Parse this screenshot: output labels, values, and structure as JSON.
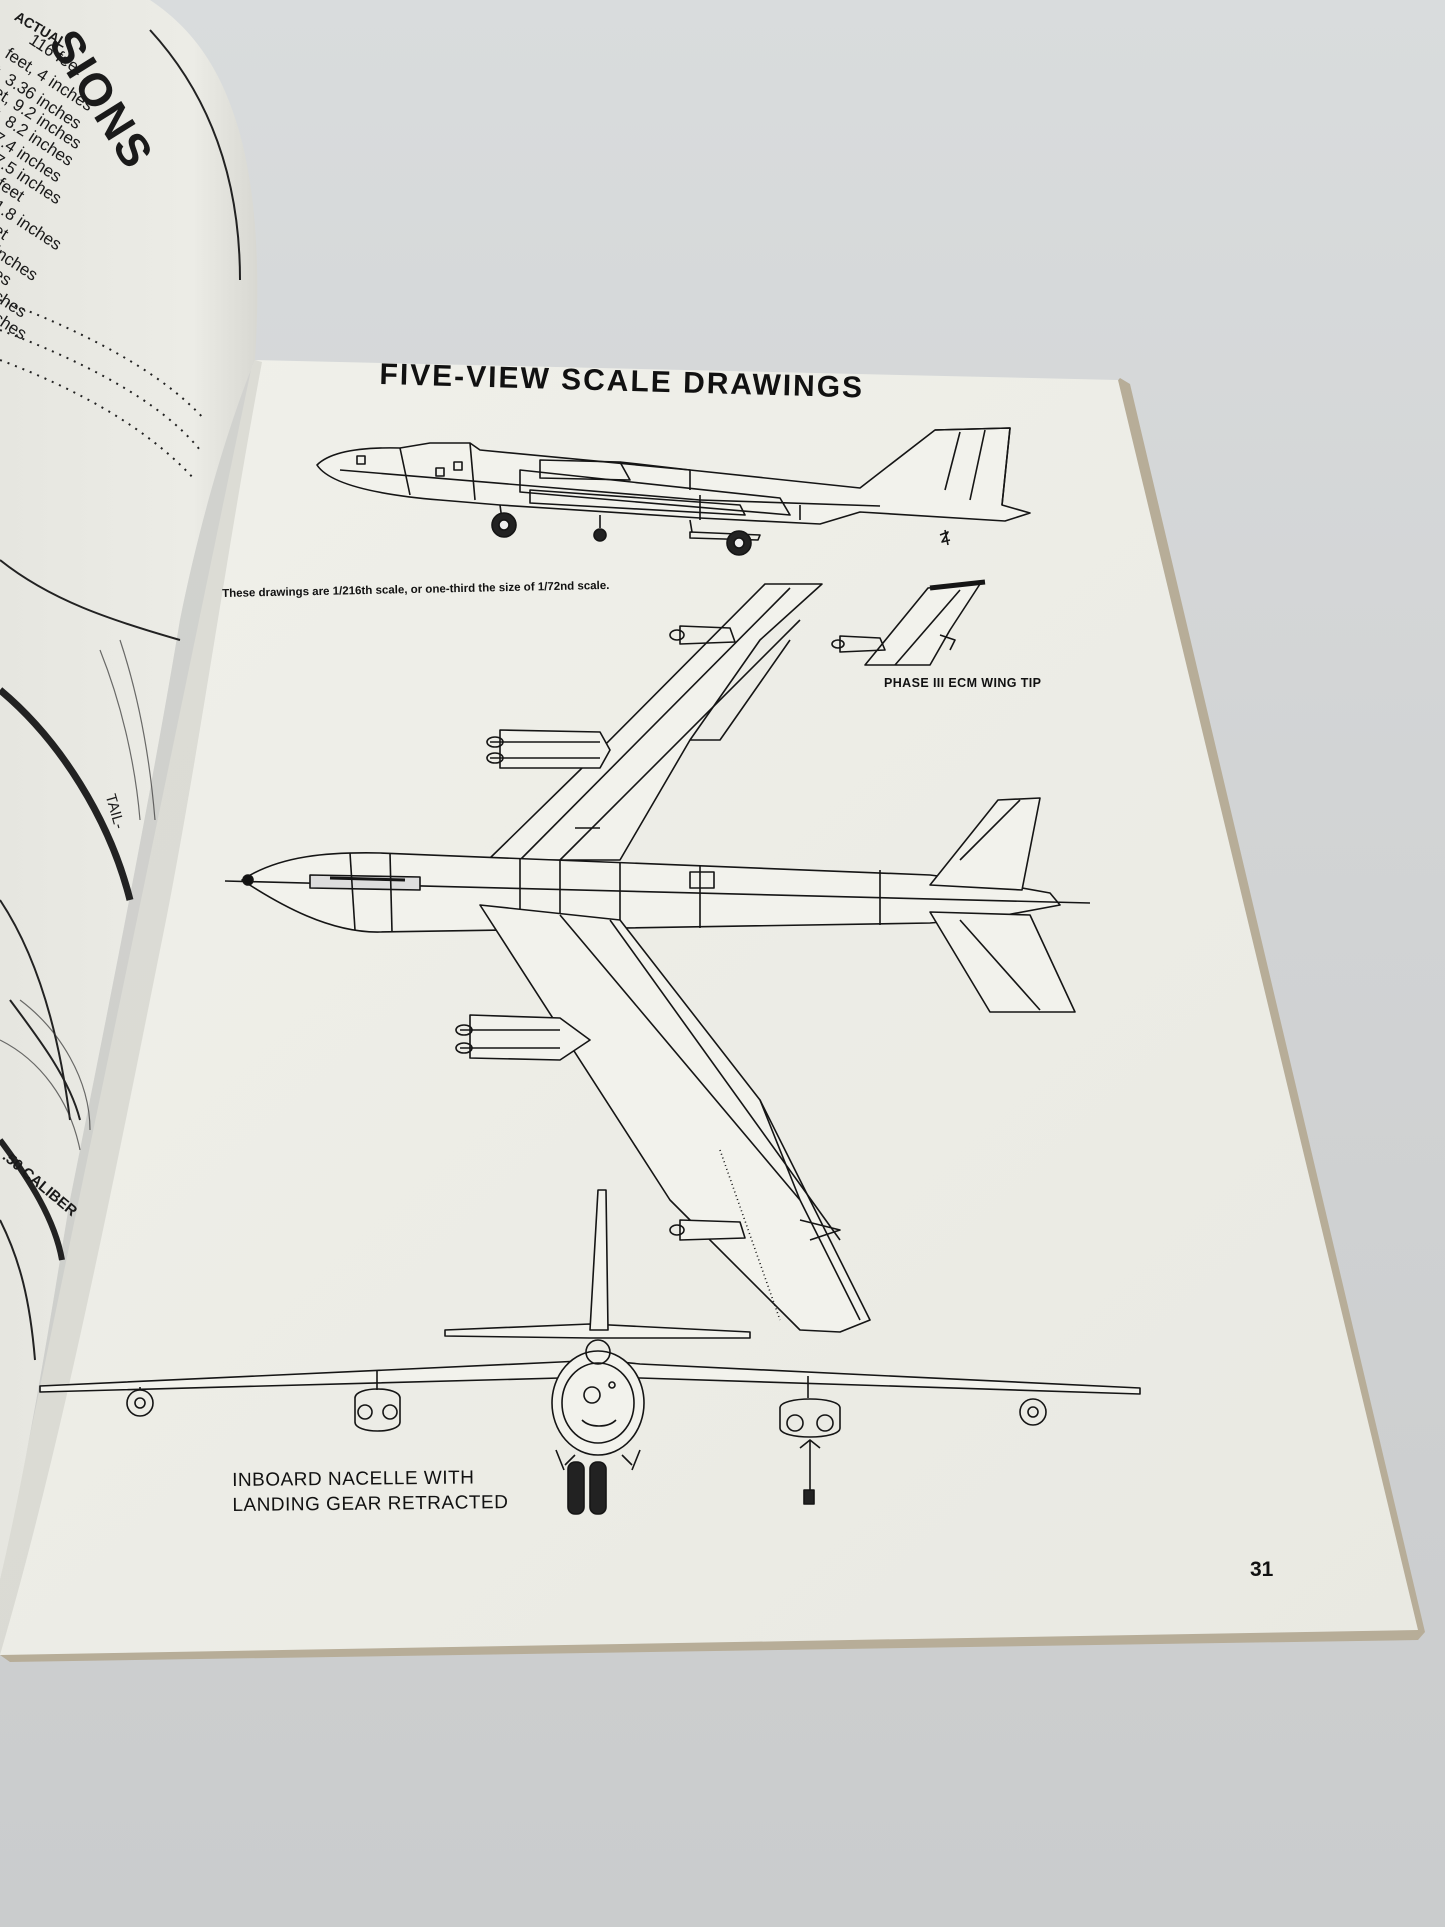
{
  "page": {
    "title": "FIVE-VIEW SCALE DRAWINGS",
    "scale_note": "These drawings are 1/216th scale, or one-third the size of 1/72nd scale.",
    "inset_label": "PHASE III ECM WING TIP",
    "nacelle_label": "INBOARD NACELLE WITH LANDING GEAR RETRACTED",
    "page_number": "31"
  },
  "left_page": {
    "heading_fragment": "SIONS",
    "column_fragment": "ACTUAL",
    "dimension_fragments": [
      "116 feet",
      "feet, 4 inches",
      "t, 3.36 inches",
      "et, 9.2 inches",
      "t, 8.2 inches",
      "7.4 inches",
      "7.5 inches",
      "feet",
      "1.8 inches",
      "et",
      "inches",
      "es",
      "ches",
      "ches"
    ],
    "side_label": "TAIL-",
    "gun_label": ".50 CALIBER"
  },
  "colors": {
    "page_paper": "#efefe9",
    "backdrop": "#d4d6d7",
    "ink": "#111111"
  }
}
